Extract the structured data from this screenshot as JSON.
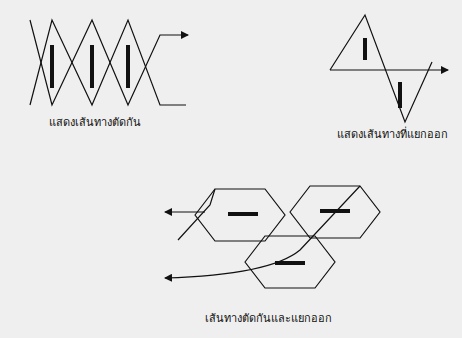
{
  "diagram": {
    "labels": [
      "แสดงเส้นทางตัดกัน",
      "แสดงเส้นทางที่แยกออก",
      "เส้นทางตัดกันและแยกออก"
    ]
  }
}
